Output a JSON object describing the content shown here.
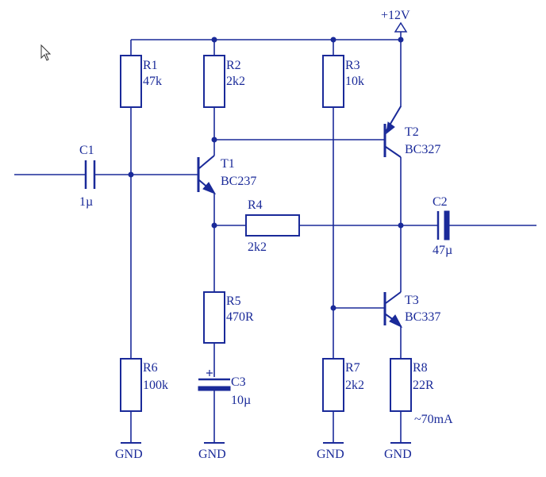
{
  "supply": {
    "label": "+12V"
  },
  "ground": {
    "label": "GND"
  },
  "components": {
    "R1": {
      "ref": "R1",
      "value": "47k"
    },
    "R2": {
      "ref": "R2",
      "value": "2k2"
    },
    "R3": {
      "ref": "R3",
      "value": "10k"
    },
    "R4": {
      "ref": "R4",
      "value": "2k2"
    },
    "R5": {
      "ref": "R5",
      "value": "470R"
    },
    "R6": {
      "ref": "R6",
      "value": "100k"
    },
    "R7": {
      "ref": "R7",
      "value": "2k2"
    },
    "R8": {
      "ref": "R8",
      "value": "22R"
    },
    "C1": {
      "ref": "C1",
      "value": "1µ"
    },
    "C2": {
      "ref": "C2",
      "value": "47µ"
    },
    "C3": {
      "ref": "C3",
      "value": "10µ"
    },
    "T1": {
      "ref": "T1",
      "value": "BC237"
    },
    "T2": {
      "ref": "T2",
      "value": "BC327"
    },
    "T3": {
      "ref": "T3",
      "value": "BC337"
    }
  },
  "annotations": {
    "current": "~70mA"
  }
}
